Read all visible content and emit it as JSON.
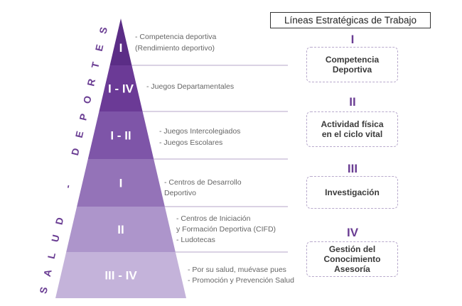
{
  "title": "Líneas Estratégicas de Trabajo",
  "side_label": "SALUD - DEPORTES",
  "tiers": [
    {
      "roman": "I",
      "desc": [
        "- Competencia deportiva",
        "(Rendimiento deportivo)"
      ],
      "color": "#5b2d86"
    },
    {
      "roman": "I - IV",
      "desc": [
        "- Juegos Departamentales"
      ],
      "color": "#6b3a96"
    },
    {
      "roman": "I - II",
      "desc": [
        "- Juegos Intercolegiados",
        "- Juegos Escolares"
      ],
      "color": "#7e55a8"
    },
    {
      "roman": "I",
      "desc": [
        "- Centros de Desarrollo",
        "Deportivo"
      ],
      "color": "#9473b8"
    },
    {
      "roman": "II",
      "desc": [
        "- Centros de Iniciación",
        "y Formación Deportiva (CIFD)",
        "- Ludotecas"
      ],
      "color": "#ad95cb"
    },
    {
      "roman": "III - IV",
      "desc": [
        "- Por su salud, muévase pues",
        "- Promoción y Prevención Salud"
      ],
      "color": "#c4b3da"
    }
  ],
  "lines": [
    {
      "roman": "I",
      "label": [
        "Competencia",
        "Deportiva"
      ]
    },
    {
      "roman": "II",
      "label": [
        "Actividad física",
        "en el ciclo vital"
      ]
    },
    {
      "roman": "III",
      "label": [
        "Investigación"
      ]
    },
    {
      "roman": "IV",
      "label": [
        "Gestión del",
        "Conocimiento",
        "Asesoría"
      ]
    }
  ],
  "colors": {
    "accent": "#6a3d93",
    "divider": "#9b86b6"
  }
}
